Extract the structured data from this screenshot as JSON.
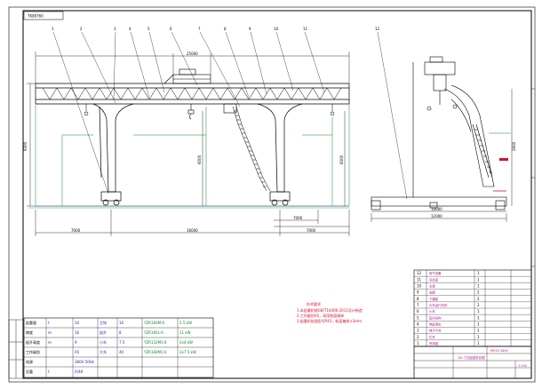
{
  "drawing_number": "TK80760",
  "callouts": [
    "1",
    "2",
    "3",
    "4",
    "5",
    "6",
    "7",
    "8",
    "9",
    "10",
    "11",
    "12"
  ],
  "dimensions": {
    "span_total": "25000",
    "left_cantilever": "7000",
    "right_cantilever": "7000",
    "main_span": "16000",
    "height_main": "9300",
    "height_left": "6000",
    "height_right": "6000",
    "side_base": "10000",
    "side_total": "12000",
    "leg_right": "7000",
    "trolley": "2600"
  },
  "notes_block": {
    "header": "技术要求",
    "lines": [
      "1.本起重机按GB/T14406-2011设计制造",
      "2.工作级别A5，采用地面操纵",
      "3.起重机轨道型号P43，轨面偏差±3mm"
    ]
  },
  "spec_table": {
    "rows": [
      [
        "起重量",
        "t",
        "10",
        "主钩",
        "16",
        "YZR160M-6",
        "5.5 kW"
      ],
      [
        "跨度",
        "m",
        "16",
        "起升",
        "8",
        "YZR160L-6",
        "11 kW"
      ],
      [
        "起升高度",
        "m",
        "9",
        "小车",
        "7.5",
        "YZR132M1-6",
        "2x4 kW"
      ],
      [
        "工作级别",
        "",
        "A5",
        "大车",
        "40",
        "YZR160M1-6",
        "2x7.5 kW"
      ],
      [
        "电源",
        "",
        "380V 50Hz",
        "",
        "",
        "",
        ""
      ],
      [
        "总重",
        "t",
        "约48",
        "",
        "",
        "",
        ""
      ]
    ]
  },
  "title_block": {
    "title": "10t 门式起重机总图",
    "code": "MH10-16A5",
    "scale": "1:100"
  },
  "parts_table": {
    "rows": [
      [
        "12",
        "电气设备",
        "1"
      ],
      [
        "11",
        "司机室",
        "1"
      ],
      [
        "10",
        "主梁",
        "1"
      ],
      [
        "9",
        "支腿",
        "2"
      ],
      [
        "8",
        "下横梁",
        "2"
      ],
      [
        "7",
        "大车运行机构",
        "2"
      ],
      [
        "6",
        "小车",
        "1"
      ],
      [
        "5",
        "起升机构",
        "1"
      ],
      [
        "4",
        "电缆滑车",
        "1"
      ],
      [
        "3",
        "梯子平台",
        "1"
      ],
      [
        "2",
        "栏杆",
        "1"
      ],
      [
        "1",
        "吊钩组",
        "1"
      ]
    ]
  },
  "colors": {
    "outline": "#000000",
    "accent_green": "#0a8a2a",
    "accent_red": "#d0102a",
    "accent_blue": "#1a2fb0",
    "accent_magenta": "#b01090",
    "accent_cyan": "#0aa0b0"
  }
}
